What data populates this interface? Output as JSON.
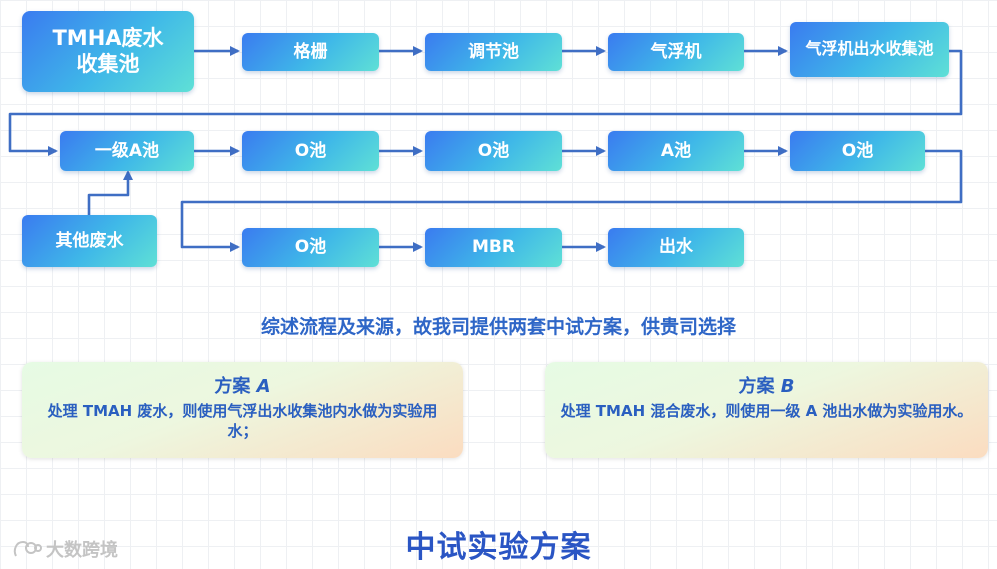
{
  "nodes": {
    "source_tmha": "TMHA废水收集池",
    "grille": "格栅",
    "regulating_tank": "调节池",
    "air_flotation": "气浮机",
    "flotation_effluent_tank": "气浮机出水收集池",
    "primary_a_tank": "一级A池",
    "o_tank_1": "O池",
    "o_tank_2": "O池",
    "a_tank": "A池",
    "o_tank_3": "O池",
    "other_wastewater": "其他废水",
    "o_tank_4": "O池",
    "mbr": "MBR",
    "effluent": "出水"
  },
  "summary": "综述流程及来源，故我司提供两套中试方案，供贵司选择",
  "plans": [
    {
      "label": "方案",
      "letter": "A",
      "body": "处理 TMAH 废水，则使用气浮出水收集池内水做为实验用水；"
    },
    {
      "label": "方案",
      "letter": "B",
      "body": "处理 TMAH 混合废水，则使用一级 A 池出水做为实验用水。"
    }
  ],
  "page_title": "中试实验方案",
  "watermark": "大数跨境",
  "colors": {
    "arrow": "#3f6ec4",
    "accent_text": "#2a5fc0"
  }
}
